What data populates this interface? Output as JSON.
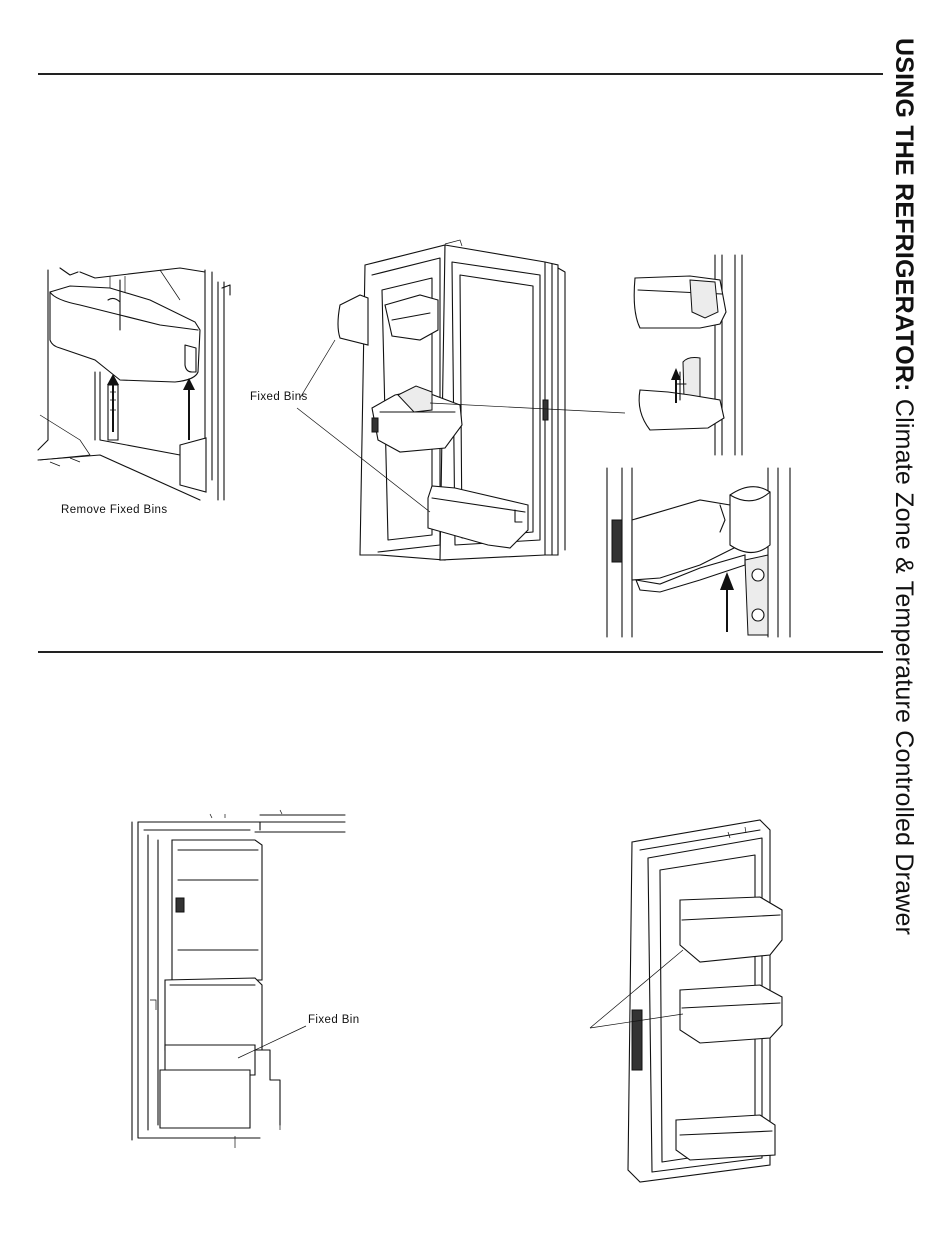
{
  "header": {
    "section_bold": "USING THE REFRIGERATOR:",
    "section_regular": " Climate Zone & Temperature Controlled Drawer"
  },
  "labels": {
    "remove_fixed_bins": "Remove Fixed Bins",
    "fixed_bins": "Fixed Bins",
    "fixed_bin": "Fixed Bin"
  }
}
